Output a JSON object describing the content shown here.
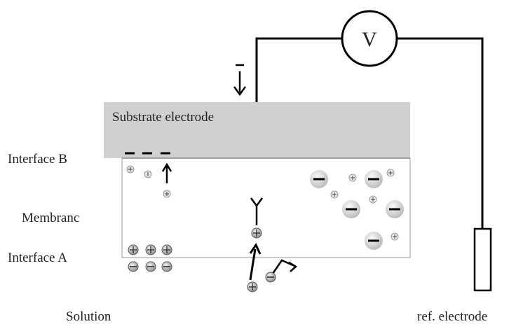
{
  "labels": {
    "voltmeter": "V",
    "substrate_electrode": "Substrate electrode",
    "interface_b": "Interface B",
    "membrane": "Membranc",
    "interface_a": "Interface A",
    "solution": "Solution",
    "ref_electrode": "ref. electrode"
  },
  "colors": {
    "substrate_fill": "#d0d0d0",
    "wire": "#000000",
    "ion_fill": "#cfcfcf",
    "large_anion_fill": "#e6e6e6"
  }
}
